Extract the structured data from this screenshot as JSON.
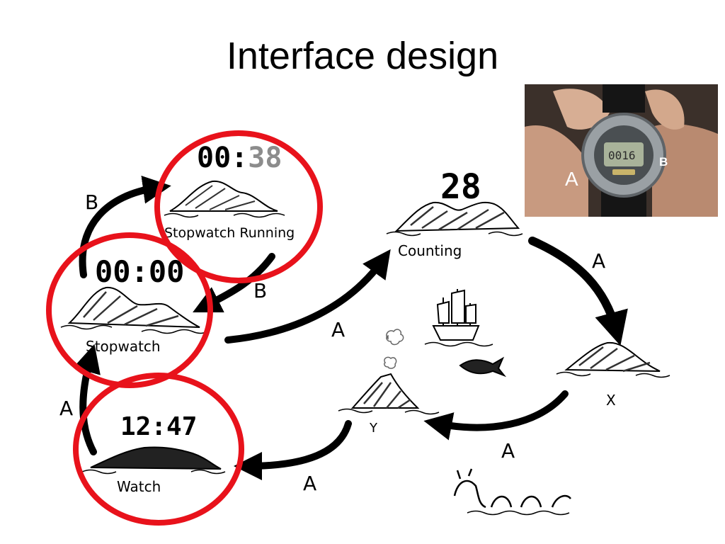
{
  "title": "Interface design",
  "states": {
    "stopwatch_running": {
      "display": "00:38",
      "display_main": "00:",
      "display_faded": "38",
      "label": "Stopwatch Running"
    },
    "stopwatch": {
      "display": "00:00",
      "label": "Stopwatch"
    },
    "watch": {
      "display": "12:47",
      "label": "Watch"
    },
    "counting": {
      "display": "28",
      "label": "Counting"
    },
    "x": {
      "label": "X"
    },
    "y": {
      "label": "Y"
    }
  },
  "transitions": {
    "stopwatch_to_running": "B",
    "running_to_stopwatch": "B",
    "watch_to_stopwatch": "A",
    "stopwatch_to_counting": "A",
    "counting_to_x": "A",
    "x_to_y": "A",
    "y_to_watch": "A"
  },
  "photo": {
    "button_a": "A",
    "button_b": "B"
  },
  "colors": {
    "highlight_circle": "#e8121b",
    "ink": "#000000"
  }
}
